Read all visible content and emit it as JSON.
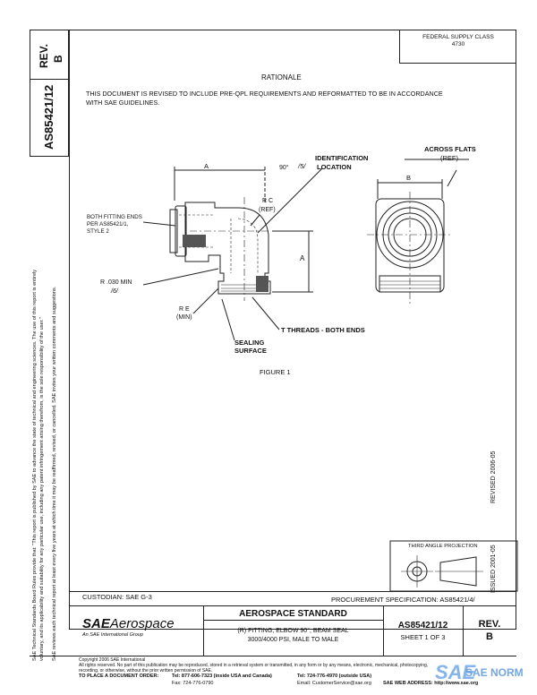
{
  "left_strip": {
    "rev_label": "REV.",
    "rev_value": "B",
    "doc_number": "AS85421/12",
    "notice_line1": "SAE Technical Standards Board Rules provide that: \"This report is published by SAE to advance the state of technical and engineering sciences. The use of this report is entirely",
    "notice_line2": "voluntary, and its applicability and suitability for any particular use, including any patent infringement arising therefrom, is the sole responsibility of the user.\"",
    "notice_line3": "SAE reviews each technical report at least every five years at which time it may be reaffirmed, revised, or cancelled. SAE invites your written comments and suggestions."
  },
  "header": {
    "fsc_label": "FEDERAL SUPPLY CLASS",
    "fsc_value": "4730"
  },
  "rationale": {
    "title": "RATIONALE",
    "text_line1": "THIS DOCUMENT IS REVISED TO INCLUDE PRE-QPL REQUIREMENTS AND REFORMATTED TO BE IN ACCORDANCE",
    "text_line2": "WITH SAE GUIDELINES."
  },
  "figure": {
    "label_a_top": "A",
    "label_90": "90°",
    "label_5_top": "/5/",
    "identification": "IDENTIFICATION",
    "location": "LOCATION",
    "across_flats": "ACROSS FLATS",
    "across_flats_ref": "(REF)",
    "label_b": "B",
    "both_fitting_ends_1": "BOTH FITTING ENDS",
    "both_fitting_ends_2": "PER AS85421/1,",
    "both_fitting_ends_3": "STYLE 2",
    "rc": "R C",
    "rc_ref": "(REF)",
    "label_a_side": "A",
    "r030": "R .030 MIN",
    "r030_note": "/6/",
    "re": "R E",
    "re_min": "(MIN)",
    "t_threads": "T THREADS - BOTH ENDS",
    "sealing": "SEALING",
    "surface": "SURFACE",
    "caption": "FIGURE 1"
  },
  "right_vertical": {
    "issued": "ISSUED 2001-05",
    "revised": "REVISED 2006-05"
  },
  "projection": {
    "label": "THIRD ANGLE PROJECTION"
  },
  "title_block": {
    "custodian": "CUSTODIAN: SAE G-3",
    "procurement": "PROCUREMENT SPECIFICATION: AS85421/4/",
    "brand_sae": "SAE",
    "brand_aero": "Aerospace",
    "brand_sub": "An SAE International Group",
    "std_title": "AEROSPACE STANDARD",
    "desc_line1": "(R) FITTING, ELBOW 90°, BEAM SEAL",
    "desc_line2": "3000/4000 PSI, MALE TO MALE",
    "doc_number": "AS85421/12",
    "sheet": "SHEET 1 OF 3",
    "rev_label": "REV.",
    "rev_value": "B"
  },
  "footer": {
    "copyright": "Copyright 2006 SAE International",
    "rights_line1": "All rights reserved. No part of this publication may be reproduced, stored in a retrieval system or transmitted, in any form or by any means, electronic, mechanical, photocopying,",
    "rights_line2": "recording, or otherwise, without the prior written permission of SAE.",
    "order_label": "TO PLACE A DOCUMENT ORDER:",
    "tel1": "Tel: 877-606-7323 (inside USA and Canada)",
    "tel2": "Tel: 724-776-4970 (outside USA)",
    "fax": "Fax: 724-776-0790",
    "email": "Email: CustomerService@sae.org",
    "web": "SAE WEB ADDRESS: http://www.sae.org"
  },
  "watermark": {
    "sae": "SAE",
    "norm": "SAE NORM"
  }
}
